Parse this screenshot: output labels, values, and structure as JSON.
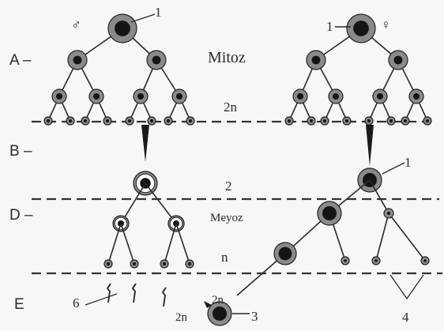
{
  "phases": {
    "A": "A",
    "B": "B",
    "D": "D",
    "E": "E"
  },
  "stages": {
    "mitosis": "Mitoz",
    "meiosis": "Meyoz"
  },
  "ploidy": {
    "upper": "2n",
    "middle": "2",
    "lower": "n",
    "zygote_left": "2n",
    "zygote_top": "2n"
  },
  "symbols": {
    "male": "♂",
    "female": "♀"
  },
  "markers": {
    "m1_left": "1",
    "m1_right": "1",
    "m1_primary": "1",
    "m3": "3",
    "m4": "4",
    "m6": "6"
  }
}
